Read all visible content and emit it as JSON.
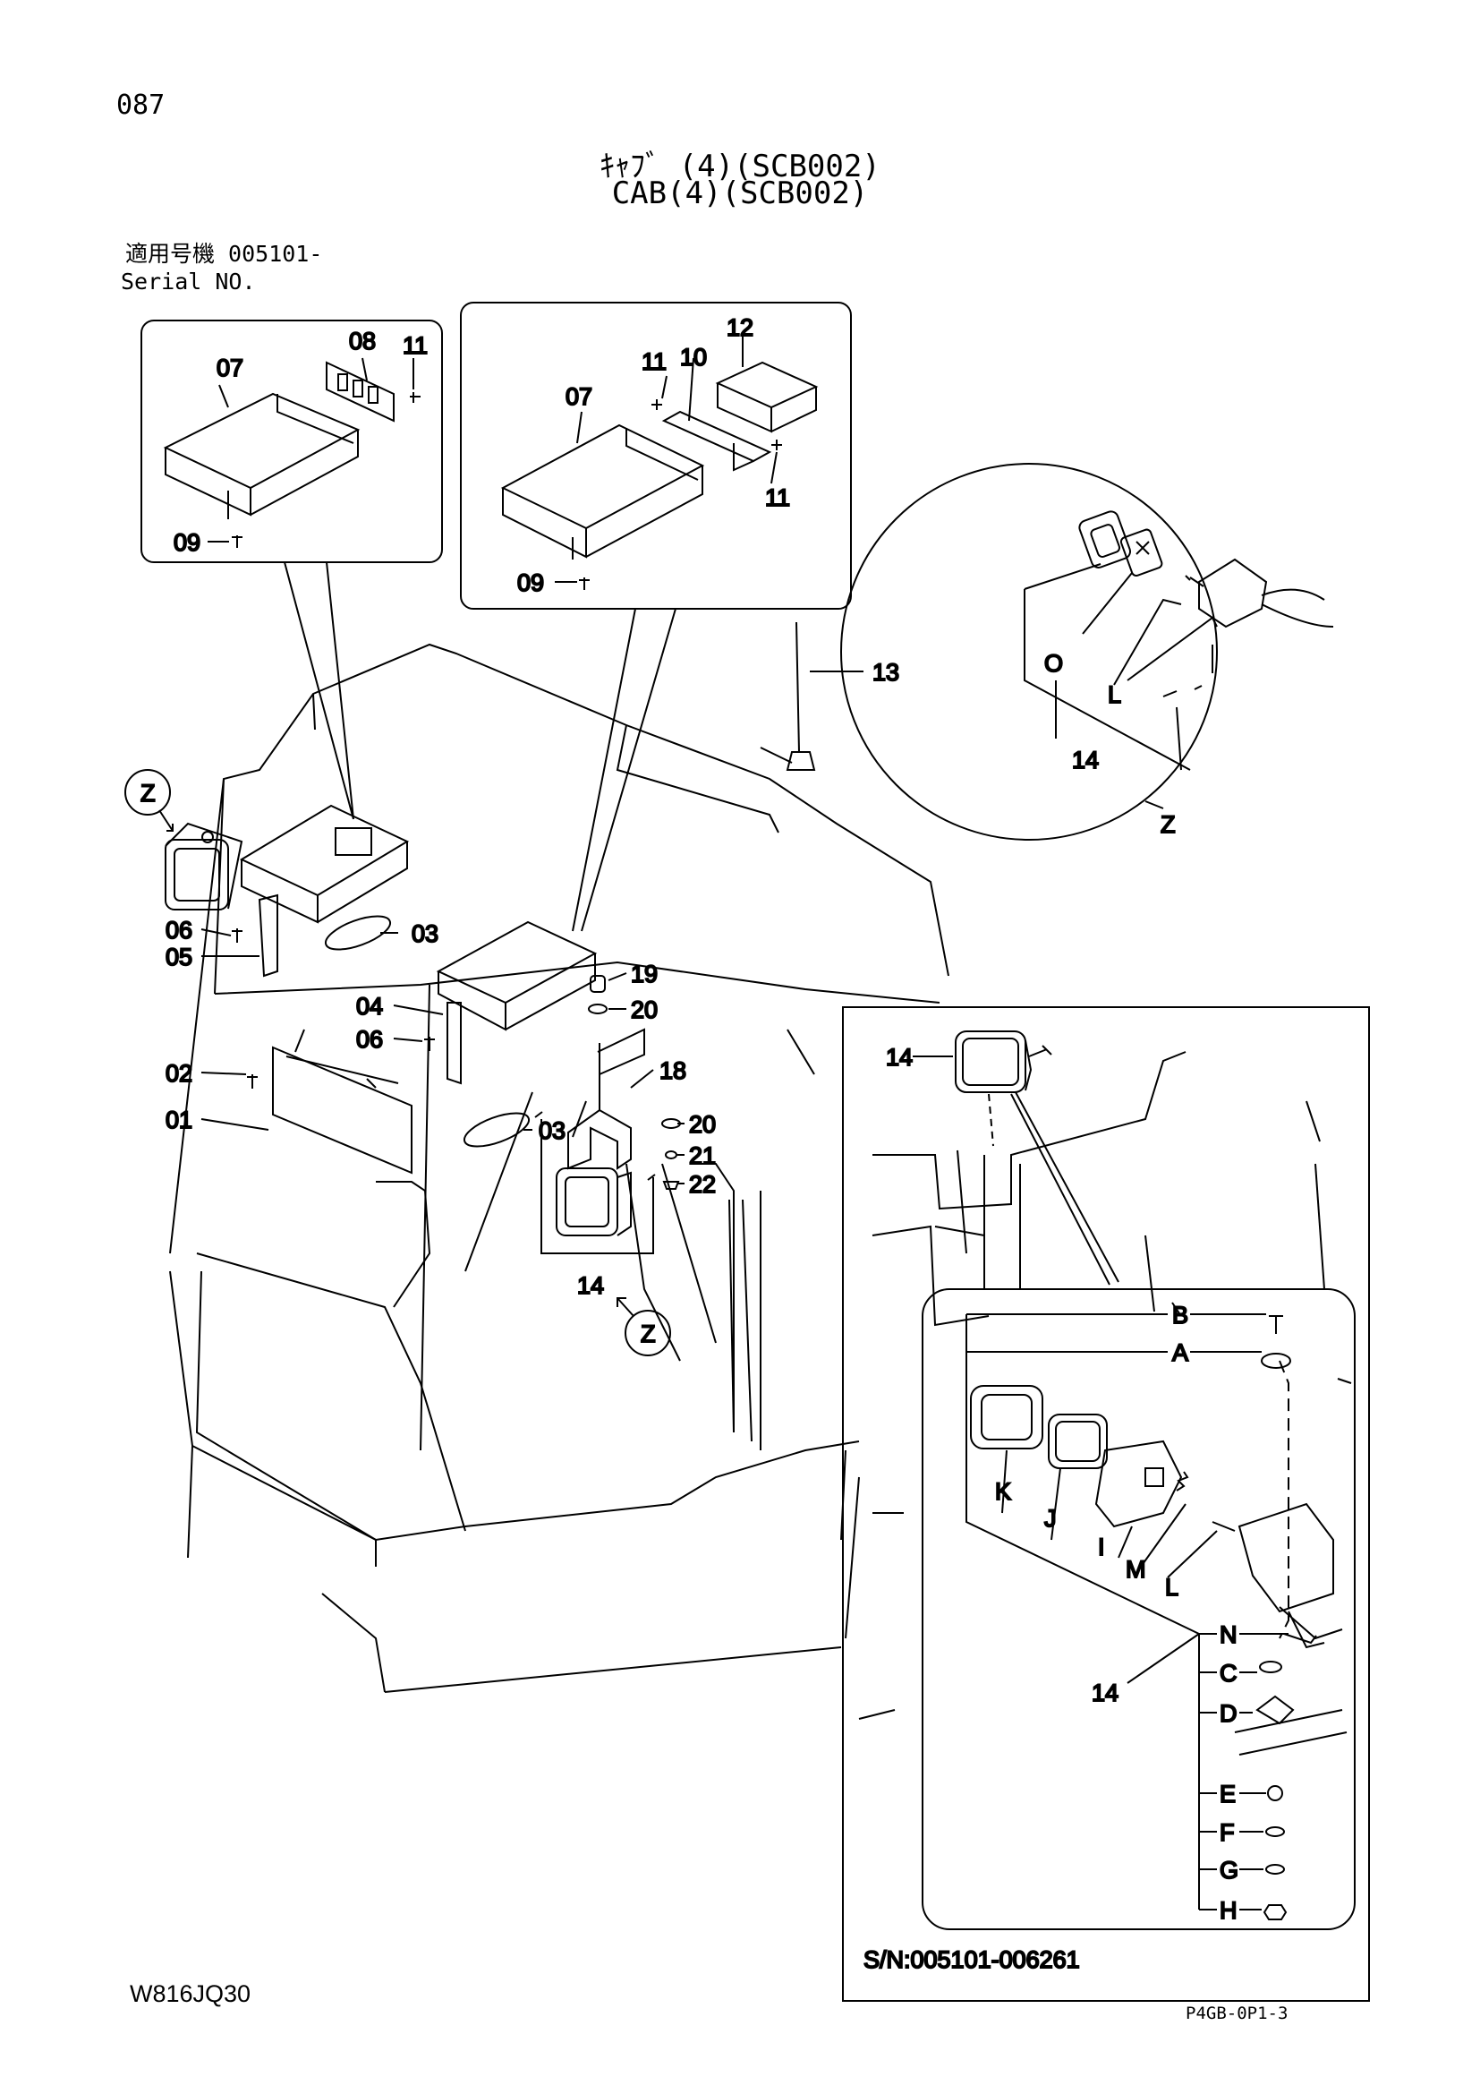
{
  "page_number": "087",
  "title_jp": "ｷｬﾌﾞ (4)(SCB002)",
  "title_en": "CAB(4)(SCB002)",
  "serial_label_jp": "適用号機 005101-",
  "serial_label_en": "Serial NO.",
  "doc_code": "W816JQ30",
  "sheet_code": "P4GB-0P1-3",
  "inset_serial": "S/N:005101-006261",
  "callouts": {
    "c01": "01",
    "c02": "02",
    "c03a": "03",
    "c03b": "03",
    "c04": "04",
    "c05": "05",
    "c06a": "06",
    "c06b": "06",
    "c07a": "07",
    "c07b": "07",
    "c08": "08",
    "c09a": "09",
    "c09b": "09",
    "c10": "10",
    "c11a": "11",
    "c11b": "11",
    "c11c": "11",
    "c12": "12",
    "c13": "13",
    "c14a": "14",
    "c14b": "14",
    "c14c": "14",
    "c14d": "14",
    "c18": "18",
    "c19": "19",
    "c20a": "20",
    "c20b": "20",
    "c21": "21",
    "c22": "22"
  },
  "detail_z": {
    "marker_top": "Z",
    "marker_bottom": "Z",
    "circle_label": "Z",
    "O": "O",
    "L": "L"
  },
  "inset_letters": {
    "A": "A",
    "B": "B",
    "C": "C",
    "D": "D",
    "E": "E",
    "F": "F",
    "G": "G",
    "H": "H",
    "I": "I",
    "J": "J",
    "K": "K",
    "L": "L",
    "M": "M",
    "N": "N"
  }
}
